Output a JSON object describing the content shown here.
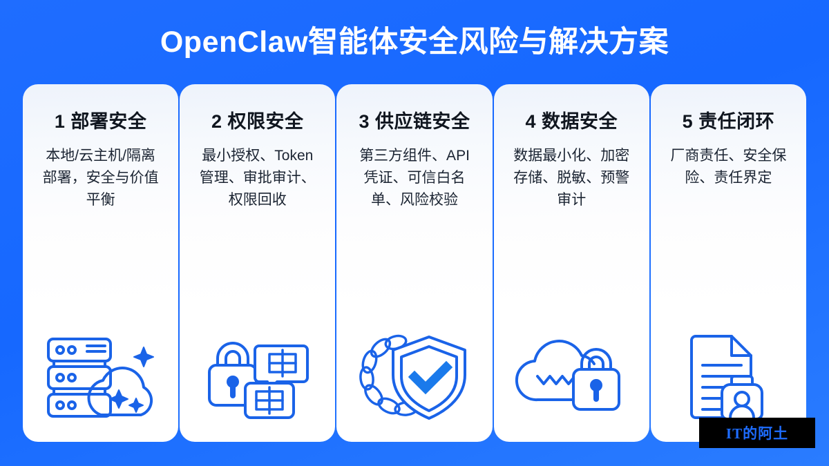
{
  "slide": {
    "title": "OpenClaw智能体安全风险与解决方案",
    "background_color": "#1668ff",
    "accent_color": "#1a63e8",
    "card_background": "#ffffff",
    "heading_color": "#10161f",
    "body_color": "#1b2432"
  },
  "cards": [
    {
      "number": "1",
      "heading": "1 部署安全",
      "body": "本地/云主机/隔离部署，安全与价值平衡",
      "icon": "server-cloud-icon"
    },
    {
      "number": "2",
      "heading": "2 权限安全",
      "body": "最小授权、Token管理、审批审计、权限回收",
      "icon": "lock-approval-icon"
    },
    {
      "number": "3",
      "heading": "3 供应链安全",
      "body": "第三方组件、API凭证、可信白名单、风险校验",
      "icon": "chain-shield-check-icon"
    },
    {
      "number": "4",
      "heading": "4 数据安全",
      "body": "数据最小化、加密存储、脱敏、预警审计",
      "icon": "cloud-lock-icon"
    },
    {
      "number": "5",
      "heading": "5 责任闭环",
      "body": "厂商责任、安全保险、责任界定",
      "icon": "document-id-badge-icon"
    }
  ],
  "watermark": {
    "text": "IT的阿土",
    "text_color": "#1e6dff",
    "background_color": "#000000"
  }
}
